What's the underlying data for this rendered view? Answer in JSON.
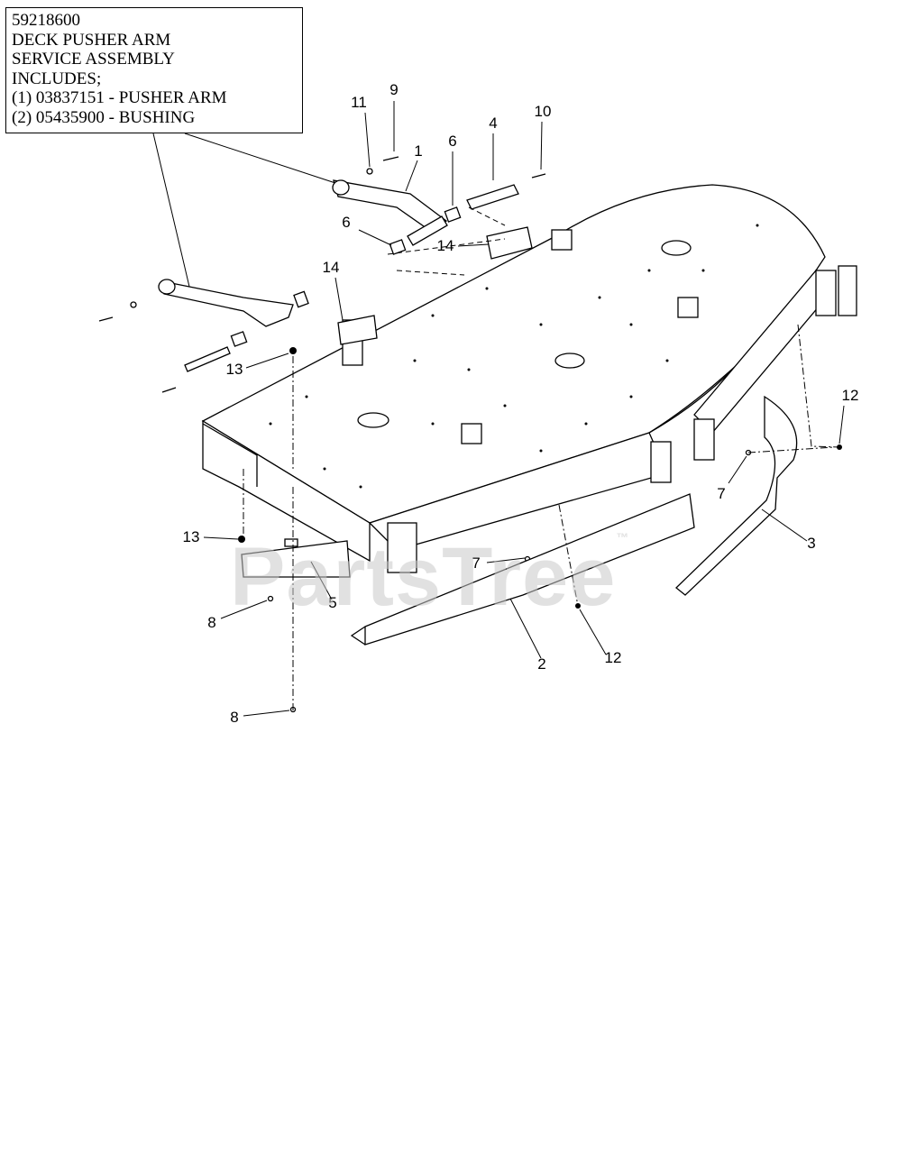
{
  "info_box": {
    "lines": [
      "59218600",
      "DECK PUSHER ARM",
      "SERVICE ASSEMBLY",
      "INCLUDES;",
      "(1) 03837151 - PUSHER ARM",
      "(2) 05435900 - BUSHING"
    ]
  },
  "callouts": {
    "c11": "11",
    "c9": "9",
    "c1": "1",
    "c6a": "6",
    "c4": "4",
    "c10": "10",
    "c6b": "6",
    "c14a": "14",
    "c14b": "14",
    "c13a": "13",
    "c12a": "12",
    "c7a": "7",
    "c3": "3",
    "c13b": "13",
    "c7b": "7",
    "c5": "5",
    "c8a": "8",
    "c2": "2",
    "c12b": "12",
    "c8b": "8"
  },
  "watermark": {
    "text": "PartsTree",
    "mark": "™"
  }
}
